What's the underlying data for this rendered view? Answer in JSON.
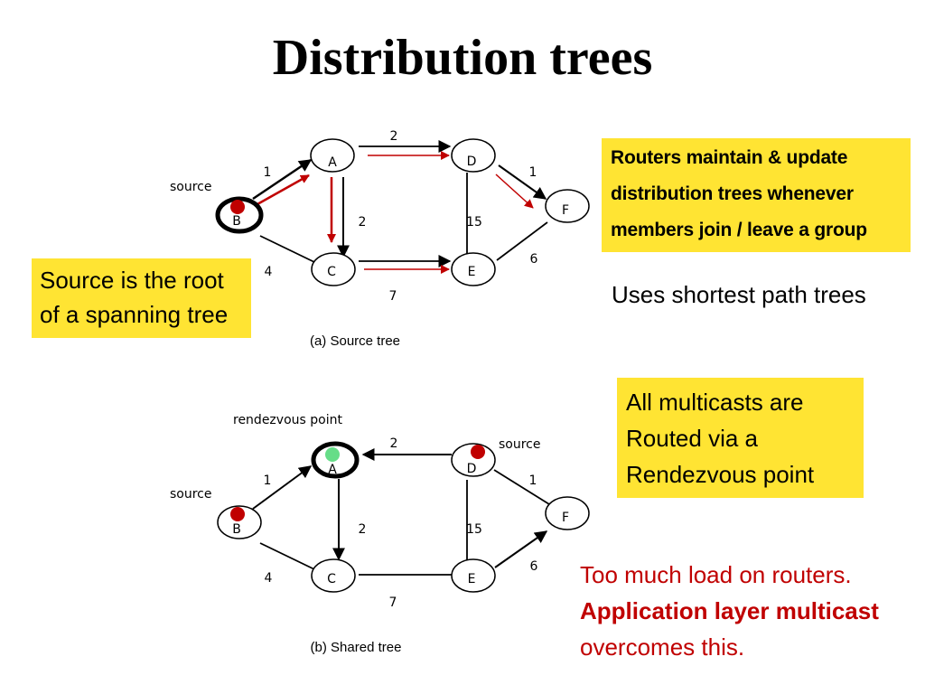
{
  "slide": {
    "title": "Distribution trees",
    "box_routers": [
      "Routers maintain & update",
      "distribution trees whenever",
      "members join / leave a group"
    ],
    "box_source_root": [
      "Source is the root",
      "of a spanning tree"
    ],
    "shortest_path_text": "Uses shortest path trees",
    "box_rendezvous": [
      "All multicasts are",
      "Routed via a",
      "Rendezvous point"
    ],
    "load_text": {
      "line1": "Too much load on routers.",
      "line2": "Application layer multicast",
      "line3": "overcomes this."
    }
  },
  "diagram_a": {
    "caption": "(a) Source tree",
    "source_label": "source",
    "nodes": [
      "A",
      "B",
      "C",
      "D",
      "E",
      "F"
    ],
    "weights": {
      "B_A": "1",
      "B_C": "4",
      "A_C": "2",
      "A_D": "2",
      "D_E": "15",
      "D_F": "1",
      "C_E": "7",
      "E_F": "6"
    }
  },
  "diagram_b": {
    "caption": "(b) Shared tree",
    "rendezvous_label": "rendezvous point",
    "source_left_label": "source",
    "source_right_label": "source",
    "nodes": [
      "A",
      "B",
      "C",
      "D",
      "E",
      "F"
    ],
    "weights": {
      "B_A": "1",
      "B_C": "4",
      "A_C": "2",
      "A_D": "2",
      "D_E": "15",
      "D_F": "1",
      "C_E": "7",
      "E_F": "6"
    }
  },
  "colors": {
    "highlight_box": "#ffe433",
    "red_arrow": "#c00000",
    "source_dot": "#c00000",
    "rendezvous_dot": "#66dd88",
    "warning_text": "#c00000"
  }
}
